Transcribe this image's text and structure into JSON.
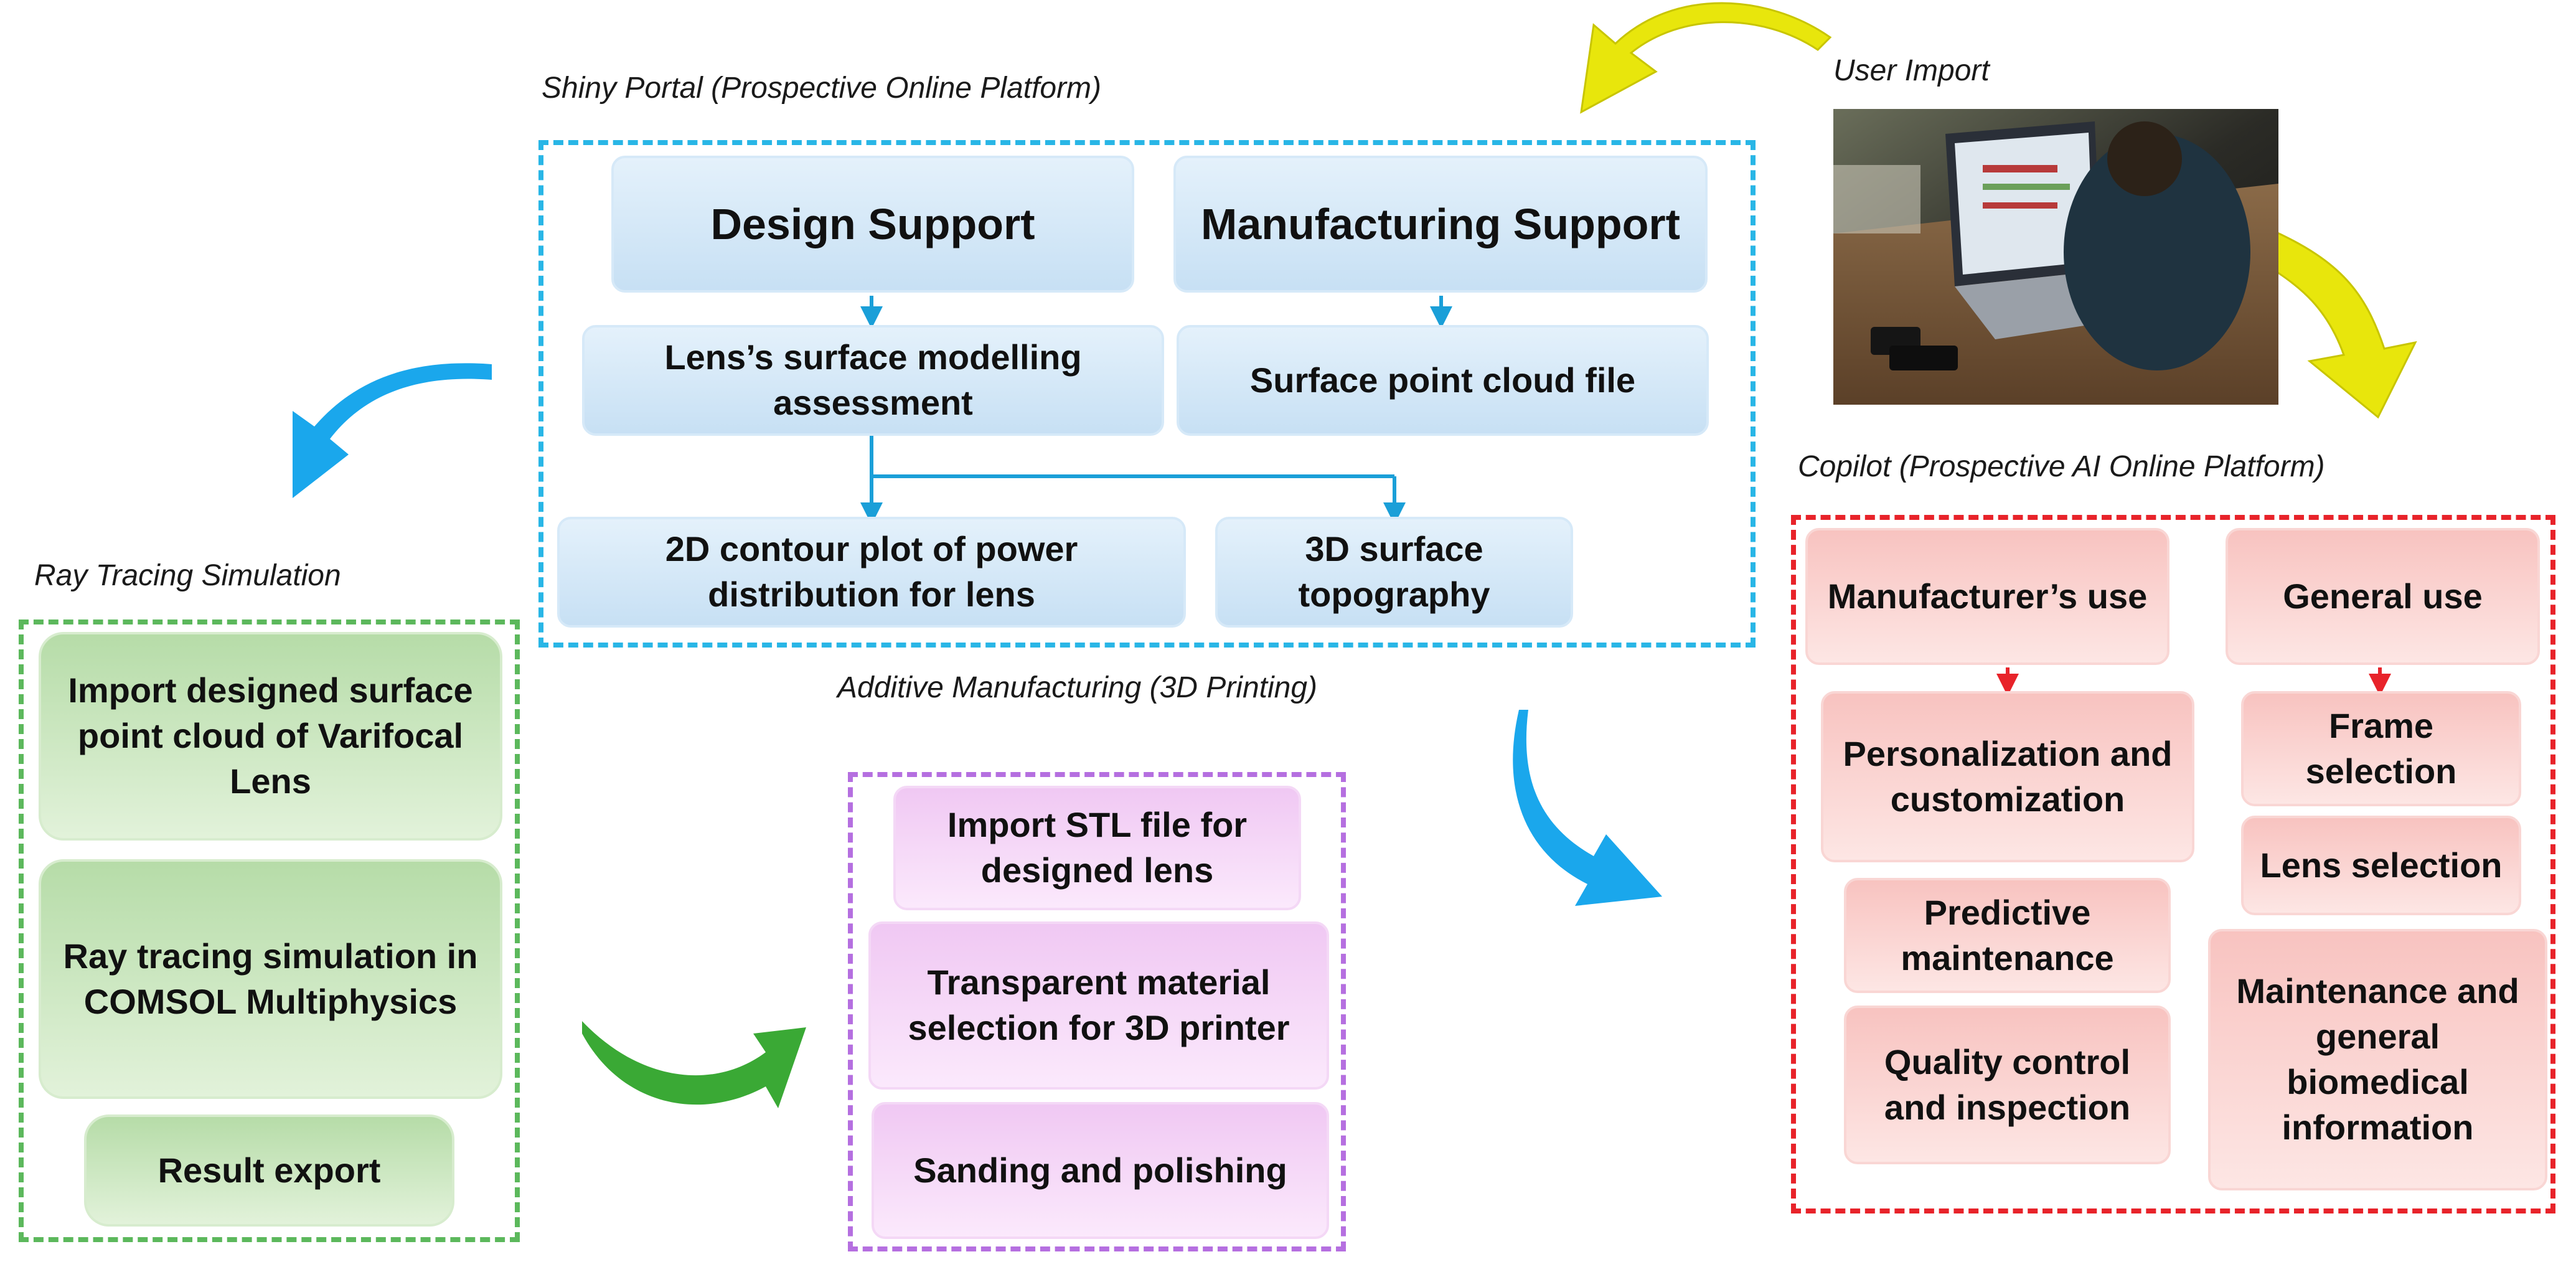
{
  "groups": {
    "shiny_portal": "Shiny Portal (Prospective Online Platform)",
    "user_import": "User Import",
    "copilot": "Copilot (Prospective AI Online Platform)",
    "ray_tracing": "Ray Tracing Simulation",
    "additive_manufacturing": "Additive Manufacturing (3D Printing)"
  },
  "shiny": {
    "design_support": "Design Support",
    "manufacturing_support": "Manufacturing Support",
    "lens_modelling": "Lens’s surface modelling assessment",
    "point_cloud": "Surface point cloud file",
    "contour_plot": "2D contour plot of power distribution for lens",
    "topography": "3D surface topography"
  },
  "ray": {
    "import_cloud": "Import designed surface point cloud of Varifocal Lens",
    "comsol": "Ray tracing simulation in COMSOL Multiphysics",
    "result_export": "Result export"
  },
  "additive": {
    "import_stl": "Import STL file for designed lens",
    "material": "Transparent material selection for 3D printer",
    "sanding": "Sanding and polishing"
  },
  "copilot": {
    "manufacturer_use": "Manufacturer’s use",
    "general_use": "General use",
    "personalization": "Personalization and customization",
    "predictive": "Predictive maintenance",
    "quality": "Quality control and inspection",
    "frame": "Frame selection",
    "lens": "Lens selection",
    "maintenance": "Maintenance and general biomedical information"
  },
  "colors": {
    "shiny_border": "#29b6e6",
    "ray_border": "#5cb85c",
    "additive_border": "#b56fe0",
    "copilot_border": "#e8232a",
    "arrow_yellow": "#e8e60c",
    "arrow_blue": "#1aa7ec",
    "arrow_green": "#3aa935",
    "connector_blue": "#1a9fd8",
    "connector_red": "#e8232a"
  }
}
